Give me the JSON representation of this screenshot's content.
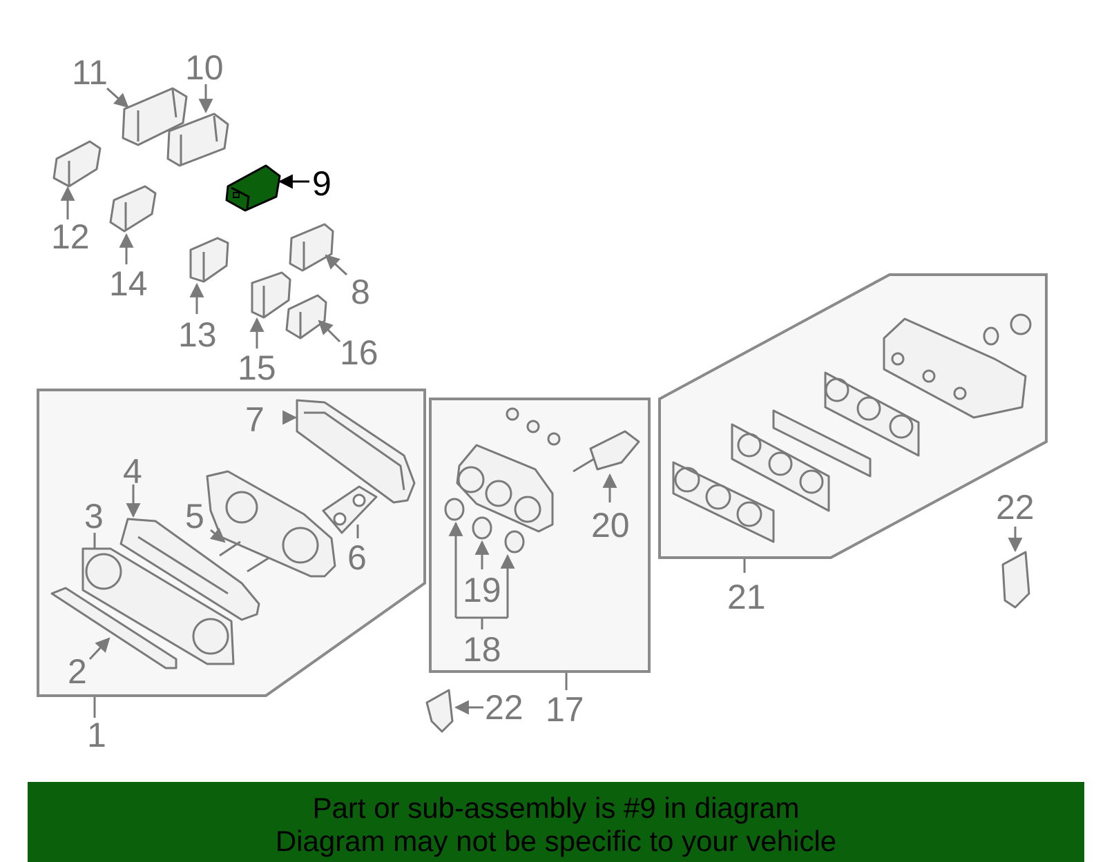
{
  "diagram": {
    "labels": {
      "l1": "1",
      "l2": "2",
      "l3": "3",
      "l4": "4",
      "l5": "5",
      "l6": "6",
      "l7": "7",
      "l8": "8",
      "l9": "9",
      "l10": "10",
      "l11": "11",
      "l12": "12",
      "l13": "13",
      "l14": "14",
      "l15": "15",
      "l16": "16",
      "l17": "17",
      "l18": "18",
      "l19": "19",
      "l20": "20",
      "l21": "21",
      "l22a": "22",
      "l22b": "22"
    },
    "highlight_part": "9",
    "colors": {
      "highlight": "#0b610b",
      "part_outline": "#7a7a7a",
      "banner": "#0b610b"
    }
  },
  "banner": {
    "line1": "Part or sub-assembly is #9 in diagram",
    "line2": "Diagram may not be specific to your vehicle"
  }
}
